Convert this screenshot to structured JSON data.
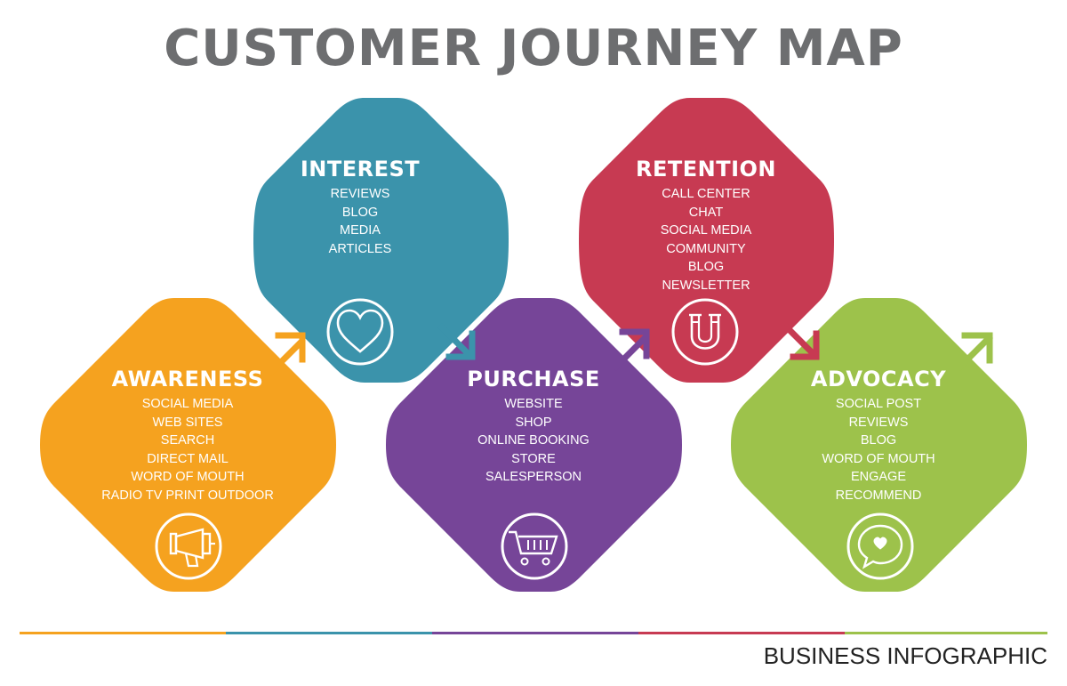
{
  "title": "CUSTOMER JOURNEY MAP",
  "footer": "BUSINESS INFOGRAPHIC",
  "colors": {
    "awareness": "#f5a21f",
    "interest": "#3b93ab",
    "purchase": "#764598",
    "retention": "#c73a52",
    "advocacy": "#9dc24b",
    "title": "#6d6e70"
  },
  "stages": {
    "awareness": {
      "title": "AWARENESS",
      "icon": "megaphone-icon",
      "items": [
        "SOCIAL MEDIA",
        "WEB SITES",
        "SEARCH",
        "DIRECT MAIL",
        "WORD OF MOUTH",
        "RADIO TV PRINT OUTDOOR"
      ]
    },
    "interest": {
      "title": "INTEREST",
      "icon": "heart-icon",
      "items": [
        "REVIEWS",
        "BLOG",
        "MEDIA",
        "ARTICLES"
      ]
    },
    "purchase": {
      "title": "PURCHASE",
      "icon": "shopping-cart-icon",
      "items": [
        "WEBSITE",
        "SHOP",
        "ONLINE BOOKING",
        "STORE",
        "SALESPERSON"
      ]
    },
    "retention": {
      "title": "RETENTION",
      "icon": "magnet-icon",
      "items": [
        "CALL CENTER",
        "CHAT",
        "SOCIAL MEDIA",
        "COMMUNITY",
        "BLOG",
        "NEWSLETTER"
      ]
    },
    "advocacy": {
      "title": "ADVOCACY",
      "icon": "speech-bubble-heart-icon",
      "items": [
        "SOCIAL POST",
        "REVIEWS",
        "BLOG",
        "WORD OF MOUTH",
        "ENGAGE",
        "RECOMMEND"
      ]
    }
  }
}
